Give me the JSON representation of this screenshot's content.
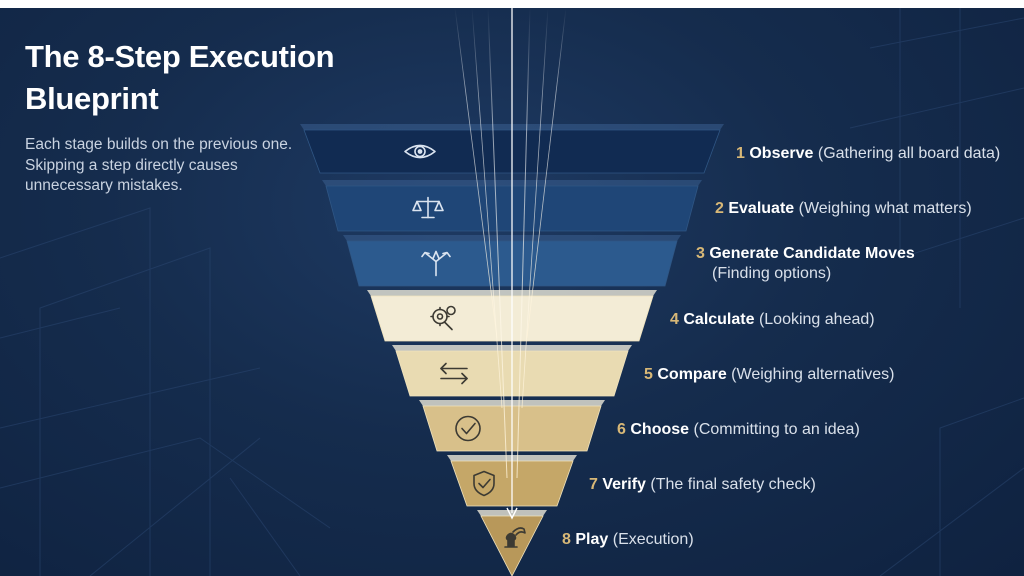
{
  "header": {
    "title_line1": "The 8-Step Execution",
    "title_line2": "Blueprint",
    "subtitle": "Each stage builds on the previous one. Skipping a step directly causes unnecessary mistakes."
  },
  "colors": {
    "background": "#152c4d",
    "accent_gold": "#d8b877",
    "tier_colors": [
      "#112b52",
      "#1f4677",
      "#2c5a8e",
      "#f3ecd6",
      "#e9dbb2",
      "#d8c08a",
      "#c5a768",
      "#b8985a"
    ]
  },
  "steps": [
    {
      "number": "1",
      "name": "Observe",
      "description": "(Gathering all board data)",
      "icon": "eye-icon"
    },
    {
      "number": "2",
      "name": "Evaluate",
      "description": "(Weighing what matters)",
      "icon": "scales-icon"
    },
    {
      "number": "3",
      "name": "Generate Candidate Moves",
      "description": "(Finding options)",
      "icon": "branching-arrows-icon"
    },
    {
      "number": "4",
      "name": "Calculate",
      "description": "(Looking ahead)",
      "icon": "gears-magnifier-icon"
    },
    {
      "number": "5",
      "name": "Compare",
      "description": "(Weighing alternatives)",
      "icon": "swap-arrows-icon"
    },
    {
      "number": "6",
      "name": "Choose",
      "description": "(Committing to an idea)",
      "icon": "check-circle-icon"
    },
    {
      "number": "7",
      "name": "Verify",
      "description": "(The final safety check)",
      "icon": "shield-check-icon"
    },
    {
      "number": "8",
      "name": "Play",
      "description": "(Execution)",
      "icon": "hand-chess-piece-icon"
    }
  ]
}
